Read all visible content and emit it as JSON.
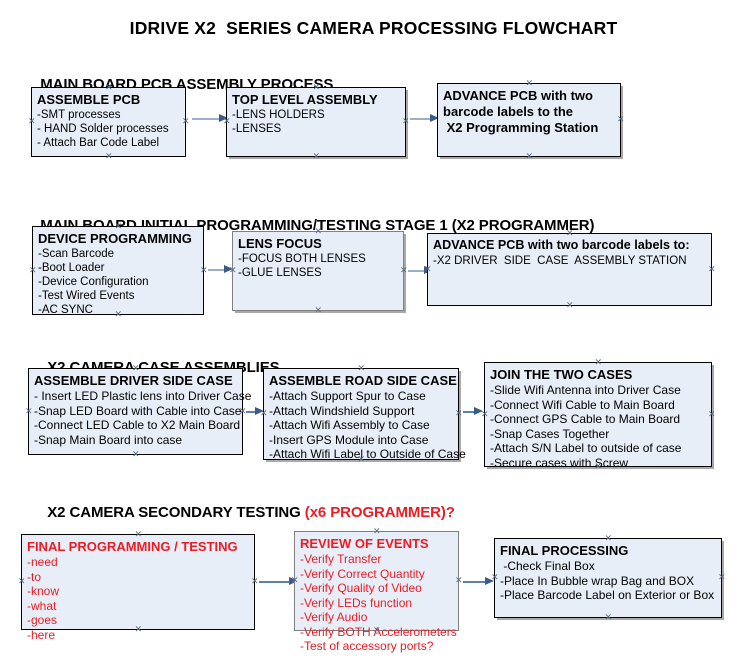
{
  "title": "IDRIVE X2  SERIES CAMERA PROCESSING FLOWCHART",
  "colors": {
    "box_fill": "#e8eef8",
    "box_border": "#000000",
    "box_border_gray": "#808080",
    "accent_red": "#ec1c24",
    "connector_shaft": "#9bb0c6",
    "connector_head": "#3c5a8a"
  },
  "sections": [
    {
      "heading": "MAIN BOARD PCB ASSEMBLY PROCESS",
      "heading_red": "",
      "nodes": [
        {
          "title": "ASSEMBLE PCB",
          "lines": [
            "-SMT processes",
            "- HAND Solder processes",
            "- Attach Bar Code Label"
          ]
        },
        {
          "title": "TOP LEVEL ASSEMBLY",
          "lines": [
            "-LENS HOLDERS",
            "-LENSES"
          ]
        },
        {
          "title": "ADVANCE PCB with two",
          "lines": [
            "barcode labels to the",
            " X2 Programming Station"
          ]
        }
      ]
    },
    {
      "heading": "MAIN BOARD INITIAL PROGRAMMING/TESTING STAGE 1 (X2 PROGRAMMER)",
      "heading_red": "",
      "nodes": [
        {
          "title": "DEVICE PROGRAMMING",
          "lines": [
            "-Scan Barcode",
            "-Boot Loader",
            "-Device Configuration",
            "-Test Wired Events",
            "-AC SYNC"
          ]
        },
        {
          "title": "LENS FOCUS",
          "lines": [
            "-FOCUS BOTH LENSES",
            "-GLUE LENSES"
          ]
        },
        {
          "title": "ADVANCE PCB with two barcode labels to:",
          "lines": [
            "-X2 DRIVER  SIDE  CASE  ASSEMBLY STATION"
          ]
        }
      ]
    },
    {
      "heading": "X2 CAMERA CASE ASSEMBLIES",
      "heading_red": "",
      "nodes": [
        {
          "title": "ASSEMBLE DRIVER SIDE CASE",
          "lines": [
            "- Insert LED Plastic lens into Driver Case",
            "-Snap LED Board with Cable into Case",
            "-Connect LED Cable to X2 Main Board",
            "-Snap Main Board into case"
          ]
        },
        {
          "title": "ASSEMBLE ROAD SIDE CASE",
          "lines": [
            "-Attach Support Spur to Case",
            "-Attach Windshield Support",
            "-Attach Wifi Assembly to Case",
            "-Insert GPS Module into Case",
            "-Attach Wifi Label to Outside of Case"
          ]
        },
        {
          "title": "JOIN THE TWO CASES",
          "lines": [
            "-Slide Wifi Antenna into Driver Case",
            "-Connect Wifi Cable to Main Board",
            "-Connect GPS Cable to Main Board",
            "-Snap Cases Together",
            "-Attach S/N Label to outside of case",
            "-Secure cases with Screw"
          ]
        }
      ]
    },
    {
      "heading": "X2 CAMERA SECONDARY TESTING ",
      "heading_red": "(x6 PROGRAMMER)?",
      "nodes": [
        {
          "title": "FINAL PROGRAMMING / TESTING",
          "lines": [
            "-need",
            "-to",
            "-know",
            "-what",
            "-goes",
            "-here"
          ]
        },
        {
          "title": "REVIEW OF EVENTS",
          "lines": [
            "-Verify Transfer",
            "-Verify Correct Quantity",
            "-Verify Quality of Video",
            "-Verify LEDs function",
            "-Verify Audio",
            "-Verify BOTH Accelerometers",
            "-Test of accessory ports?"
          ]
        },
        {
          "title": "FINAL PROCESSING",
          "lines": [
            " -Check Final Box",
            "-Place In Bubble wrap Bag and BOX",
            "-Place Barcode Label on Exterior or Box"
          ]
        }
      ]
    }
  ]
}
